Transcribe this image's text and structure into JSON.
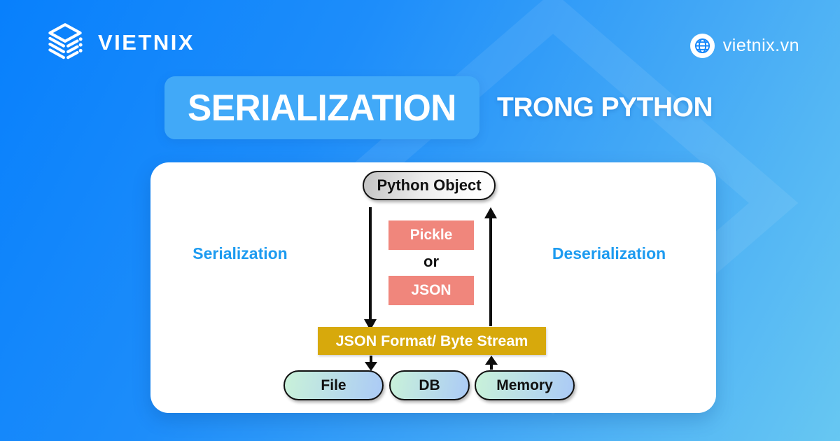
{
  "header": {
    "brand": "VIETNIX",
    "website": "vietnix.vn"
  },
  "title": {
    "highlighted": "SERIALIZATION",
    "suffix": "TRONG PYTHON"
  },
  "diagram": {
    "source_node": "Python Object",
    "serializer_top": "Pickle",
    "serializer_connector": "or",
    "serializer_bottom": "JSON",
    "process_left": "Serialization",
    "process_right": "Deserialization",
    "stream_node": "JSON Format/ Byte Stream",
    "destinations": [
      "File",
      "DB",
      "Memory"
    ]
  },
  "colors": {
    "background_top_left": "#0880fc",
    "background_bottom_right": "#67c7f2",
    "title_box": "#41a9f8",
    "process_label_blue": "#1d9bf0",
    "serializer_box": "#f0867c",
    "stream_box": "#d7a90c",
    "source_gradient": [
      "#c3c3c3",
      "#fdfdfd"
    ],
    "destination_gradient": [
      "#c9f2d9",
      "#abcaf6"
    ],
    "arrow": "#0d0d0d"
  }
}
